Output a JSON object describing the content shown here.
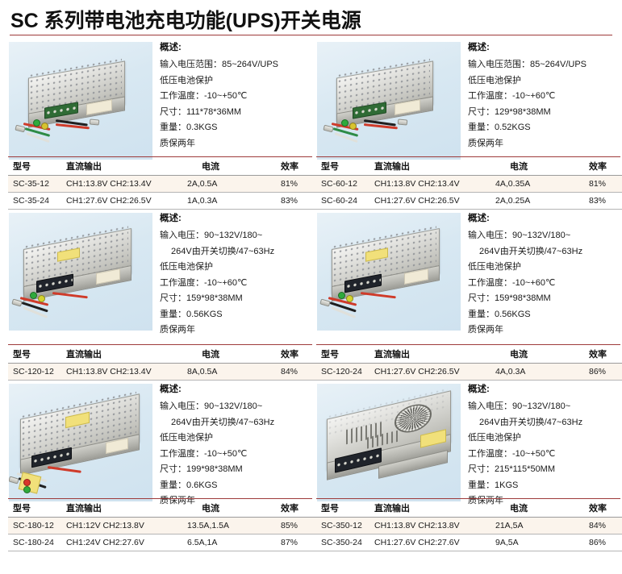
{
  "page": {
    "title": "SC 系列带电池充电功能(UPS)开关电源",
    "accent_color": "#9e3b3b",
    "row_highlight_color": "#fbf4ec"
  },
  "table_headers": {
    "model": "型号",
    "dc_output": "直流输出",
    "current": "电流",
    "efficiency": "效率"
  },
  "spec_labels": {
    "overview": "概述:"
  },
  "products": [
    {
      "id": "sc-35",
      "image_name": "sc-35-power-supply-photo",
      "specs": [
        "输入电压范围：85~264V/UPS",
        "低压电池保护",
        "工作温度：-10~+50℃",
        "尺寸：111*78*36MM",
        "重量：0.3KGS",
        "质保两年"
      ],
      "indent_flags": [
        false,
        false,
        false,
        false,
        false,
        false
      ],
      "rows": [
        {
          "model": "SC-35-12",
          "dc_output": "CH1:13.8V CH2:13.4V",
          "current": "2A,0.5A",
          "efficiency": "81%"
        },
        {
          "model": "SC-35-24",
          "dc_output": "CH1:27.6V CH2:26.5V",
          "current": "1A,0.3A",
          "efficiency": "83%"
        }
      ]
    },
    {
      "id": "sc-60",
      "image_name": "sc-60-power-supply-photo",
      "specs": [
        "输入电压范围：85~264V/UPS",
        "低压电池保护",
        "工作温度：-10~+60℃",
        "尺寸：129*98*38MM",
        "重量：0.52KGS",
        "质保两年"
      ],
      "indent_flags": [
        false,
        false,
        false,
        false,
        false,
        false
      ],
      "rows": [
        {
          "model": "SC-60-12",
          "dc_output": "CH1:13.8V CH2:13.4V",
          "current": "4A,0.35A",
          "efficiency": "81%"
        },
        {
          "model": "SC-60-24",
          "dc_output": "CH1:27.6V CH2:26.5V",
          "current": "2A,0.25A",
          "efficiency": "83%"
        }
      ]
    },
    {
      "id": "sc-120-12",
      "image_name": "sc-120-power-supply-photo",
      "specs": [
        "输入电压：90~132V/180~",
        "264V由开关切换/47~63Hz",
        "低压电池保护",
        "工作温度：-10~+60℃",
        "尺寸：159*98*38MM",
        "重量：0.56KGS",
        "质保两年"
      ],
      "indent_flags": [
        false,
        true,
        false,
        false,
        false,
        false,
        false
      ],
      "rows": [
        {
          "model": "SC-120-12",
          "dc_output": "CH1:13.8V CH2:13.4V",
          "current": "8A,0.5A",
          "efficiency": "84%"
        }
      ]
    },
    {
      "id": "sc-120-24",
      "image_name": "sc-120-24-power-supply-photo",
      "specs": [
        "输入电压：90~132V/180~",
        "264V由开关切换/47~63Hz",
        "低压电池保护",
        "工作温度：-10~+60℃",
        "尺寸：159*98*38MM",
        "重量：0.56KGS",
        "质保两年"
      ],
      "indent_flags": [
        false,
        true,
        false,
        false,
        false,
        false,
        false
      ],
      "rows": [
        {
          "model": "SC-120-24",
          "dc_output": "CH1:27.6V CH2:26.5V",
          "current": "4A,0.3A",
          "efficiency": "86%"
        }
      ]
    },
    {
      "id": "sc-180",
      "image_name": "sc-180-power-supply-photo",
      "specs": [
        "输入电压：90~132V/180~",
        "264V由开关切换/47~63Hz",
        "低压电池保护",
        "工作温度：-10~+50℃",
        "尺寸：199*98*38MM",
        "重量：0.6KGS",
        "质保两年"
      ],
      "indent_flags": [
        false,
        true,
        false,
        false,
        false,
        false,
        false
      ],
      "rows": [
        {
          "model": "SC-180-12",
          "dc_output": "CH1:12V CH2:13.8V",
          "current": "13.5A,1.5A",
          "efficiency": "85%"
        },
        {
          "model": "SC-180-24",
          "dc_output": "CH1:24V CH2:27.6V",
          "current": "6.5A,1A",
          "efficiency": "87%"
        }
      ]
    },
    {
      "id": "sc-350",
      "image_name": "sc-350-power-supply-photo",
      "specs": [
        "输入电压：90~132V/180~",
        "264V由开关切换/47~63Hz",
        "低压电池保护",
        "工作温度：-10~+50℃",
        "尺寸：215*115*50MM",
        "重量：1KGS",
        "质保两年"
      ],
      "indent_flags": [
        false,
        true,
        false,
        false,
        false,
        false,
        false
      ],
      "rows": [
        {
          "model": "SC-350-12",
          "dc_output": "CH1:13.8V CH2:13.8V",
          "current": "21A,5A",
          "efficiency": "84%"
        },
        {
          "model": "SC-350-24",
          "dc_output": "CH1:27.6V CH2:27.6V",
          "current": "9A,5A",
          "efficiency": "86%"
        }
      ]
    }
  ]
}
